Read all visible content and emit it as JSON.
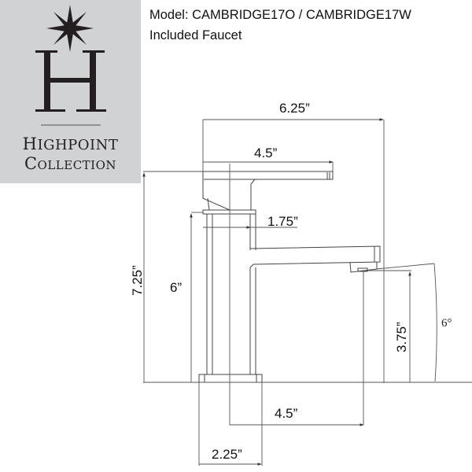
{
  "brand": {
    "monogram": "H",
    "name_line1_cap": "H",
    "name_line1_rest": "IGHPOINT",
    "name_line2_cap": "C",
    "name_line2_rest": "OLLECTION",
    "panel_color": "#d1d2d4",
    "ink_color": "#231f20"
  },
  "header": {
    "title": "Model: CAMBRIDGE17O / CAMBRIDGE17W",
    "subtitle": "Included Faucet"
  },
  "dimensions": {
    "overall_width": "6.25”",
    "handle_length": "4.5”",
    "body_width": "1.75”",
    "overall_height": "7.25”",
    "body_height": "6”",
    "spout_clearance": "3.75”",
    "spout_reach": "4.5”",
    "base_width": "2.25”",
    "spout_angle": "6°"
  }
}
